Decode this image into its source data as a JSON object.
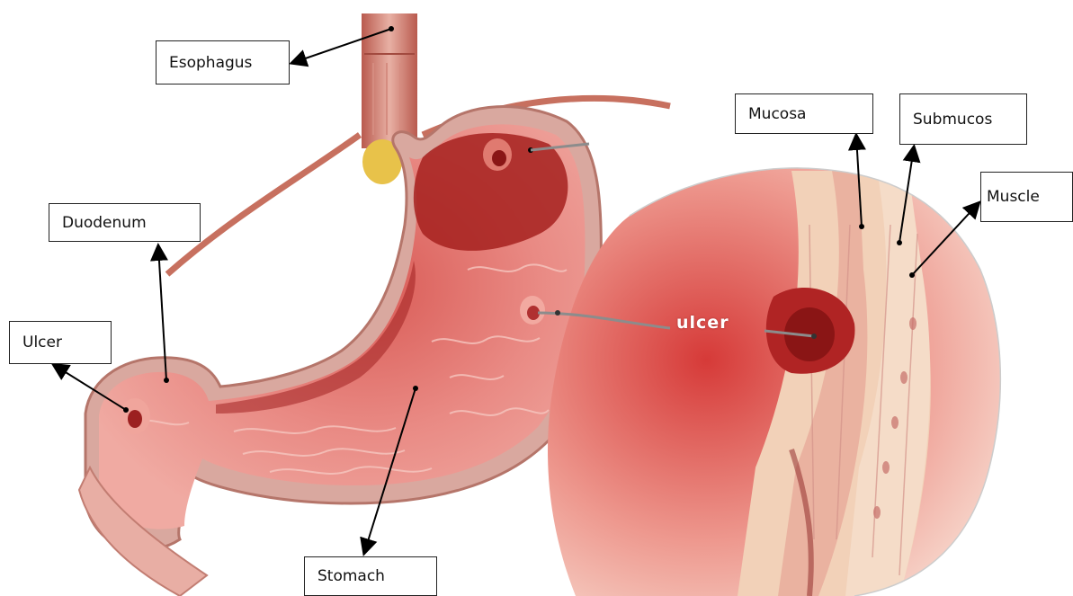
{
  "labels": {
    "esophagus": "Esophagus",
    "duodenum": "Duodenum",
    "ulcer": "Ulcer",
    "stomach": "Stomach",
    "mucosa": "Mucosa",
    "submucosa": "Submucos",
    "muscle": "Muscle"
  },
  "inset_text": "ulcer",
  "colors": {
    "tissue_dark": "#9e1c1c",
    "tissue_mid": "#c94545",
    "tissue_light": "#ea8f8a",
    "wall_outer": "#d7a7a0",
    "fat": "#e8c24a",
    "muscle_layer": "#f0c9b0",
    "arrow": "#000000"
  }
}
